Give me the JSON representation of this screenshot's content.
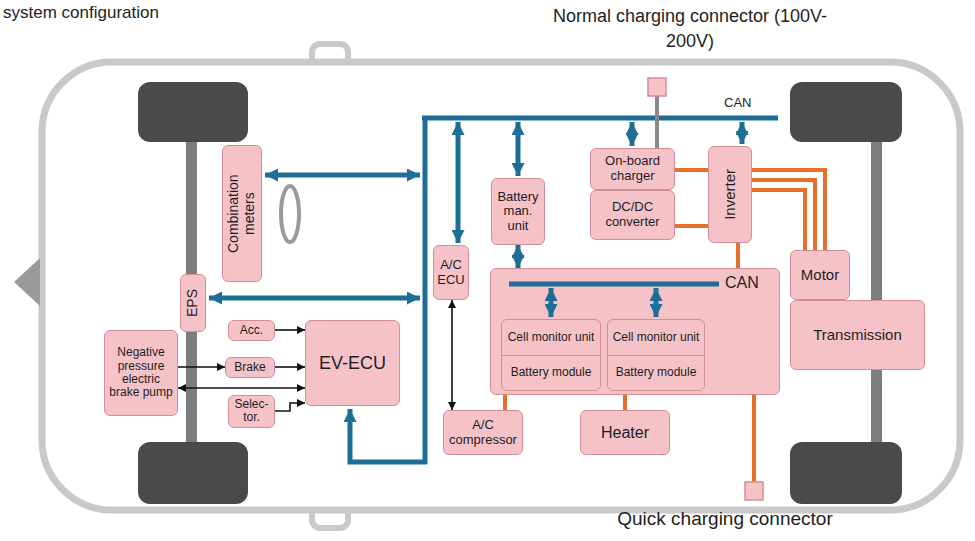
{
  "diagram": {
    "title": "system configuration",
    "nodes": [
      {
        "text": [
          "Combination meters"
        ]
      },
      {
        "text": [
          "EPS"
        ]
      },
      {
        "text": [
          "Negative pressure electric brake pump"
        ]
      },
      {
        "text": [
          "Acc."
        ]
      },
      {
        "text": [
          "Brake"
        ]
      },
      {
        "text": [
          "Selec- tor."
        ]
      },
      {
        "text": [
          "EV-ECU"
        ]
      },
      {
        "text": [
          "A/C ECU"
        ]
      },
      {
        "text": [
          "A/C compressor"
        ]
      },
      {
        "text": [
          "Battery man. unit"
        ]
      },
      {
        "text": [
          "On-board charger"
        ]
      },
      {
        "text": [
          "DC/DC converter"
        ]
      },
      {
        "text": [
          "Inverter"
        ]
      },
      {
        "text": [
          "CAN"
        ]
      },
      {
        "text": [
          "Cell monitor unit",
          "Battery module"
        ],
        "in": 13
      },
      {
        "text": [
          "Cell monitor unit",
          "Battery module"
        ],
        "in": 13
      },
      {
        "text": [
          "Heater"
        ]
      },
      {
        "text": [
          "Motor"
        ]
      },
      {
        "text": [
          "Transmission"
        ]
      }
    ],
    "edges": [
      {
        "from": 2,
        "to": 4,
        "arrow": "to"
      },
      {
        "from": 6,
        "to": 2,
        "arrow": "both"
      },
      {
        "from": 3,
        "to": 6,
        "arrow": "to"
      },
      {
        "from": 4,
        "to": 6,
        "arrow": "to"
      },
      {
        "from": 5,
        "to": 6,
        "arrow": "to"
      },
      {
        "from": 7,
        "to": 8,
        "arrow": "both"
      },
      {
        "from": 9,
        "to": 13,
        "arrow": "both"
      },
      {
        "from": 10,
        "to": 12,
        "arrow": "none"
      },
      {
        "from": 11,
        "to": 12,
        "arrow": "none"
      },
      {
        "from": 12,
        "to": 17,
        "arrow": "none"
      },
      {
        "from": 12,
        "to": 13,
        "arrow": "none"
      },
      {
        "from": 13,
        "to": 16,
        "arrow": "none"
      },
      {
        "from": 13,
        "to": 8,
        "arrow": "none"
      }
    ],
    "labels": [
      "Normal charging connector (100V-200V)",
      "CAN",
      "Quick charging connector"
    ]
  }
}
